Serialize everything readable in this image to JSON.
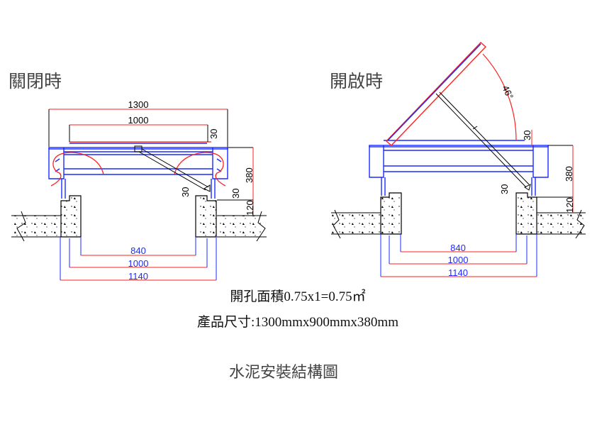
{
  "views": {
    "closed": {
      "title": "關閉時",
      "dims": {
        "overall_width": "1300",
        "lid_width": "1000",
        "lid_thickness": "30",
        "height": "380",
        "strut_offset_left": "30",
        "strut_offset_right": "30",
        "curb_height": "120",
        "inner_opening": "840",
        "frame_inner": "1000",
        "curb_outer": "1140"
      }
    },
    "open": {
      "title": "開啟時",
      "angle": "46°",
      "dims": {
        "lid_thickness": "30",
        "height": "380",
        "strut_offset": "30",
        "curb_height": "120",
        "inner_opening": "840",
        "frame_inner": "1000",
        "curb_outer": "1140"
      }
    }
  },
  "notes": {
    "opening_area": "開孔面積0.75x1=0.75㎡",
    "product_size": "產品尺寸:1300mmx900mmx380mm"
  },
  "caption": "水泥安裝結構圖",
  "colors": {
    "red": "#ff2020",
    "blue": "#1a2cff",
    "black": "#000000"
  }
}
